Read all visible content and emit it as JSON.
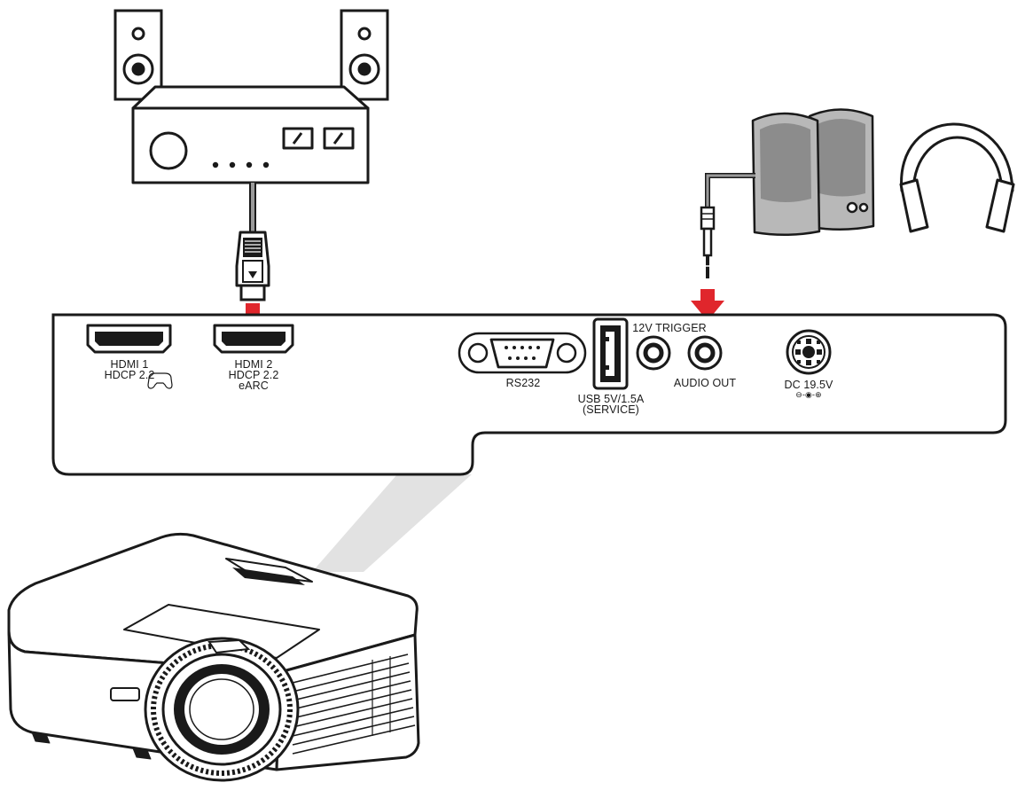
{
  "colors": {
    "outline": "#1a1a1a",
    "device_fill": "#ffffff",
    "speaker_gray": "#b8b8b8",
    "speaker_dark": "#8c8c8c",
    "cable_gray": "#9a9a9a",
    "arrow_red": "#e0262c",
    "beam_gray": "#e2e2e2",
    "vent_gray": "#d9d9d9"
  },
  "ports": {
    "hdmi1": {
      "line1": "HDMI 1",
      "line2": "HDCP 2.2",
      "icon": "gamepad-icon"
    },
    "hdmi2": {
      "line1": "HDMI 2",
      "line2": "HDCP 2.2",
      "line3": "eARC"
    },
    "rs232": {
      "label": "RS232"
    },
    "usb": {
      "line1": "USB 5V/1.5A",
      "line2": "(SERVICE)"
    },
    "trigger": {
      "label": "12V TRIGGER"
    },
    "audio_out": {
      "label": "AUDIO OUT"
    },
    "dc": {
      "label": "DC 19.5V",
      "polarity": "⊖-◉-⊕"
    }
  },
  "devices": {
    "av_receiver": "av-receiver-icon",
    "stereo_speakers": "stereo-speakers-icon",
    "pc_speakers": "pc-speakers-icon",
    "headphones": "headphones-icon",
    "projector": "projector-icon"
  }
}
